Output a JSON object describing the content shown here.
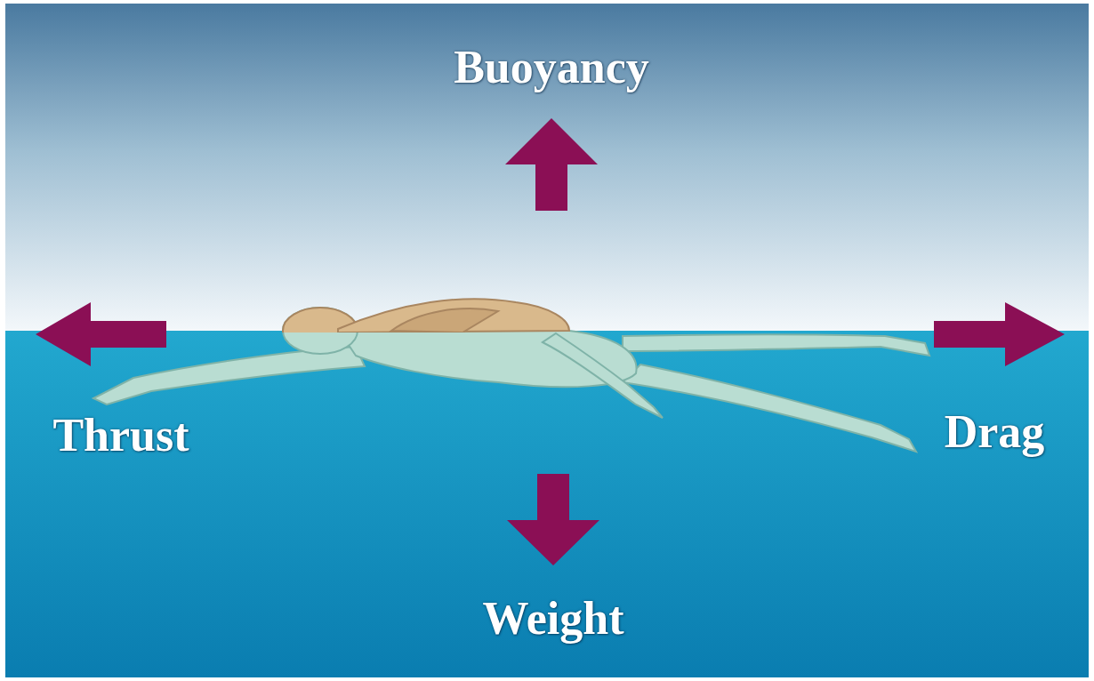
{
  "diagram": {
    "labels": [
      "Buoyancy",
      "Thrust",
      "Drag",
      "Weight"
    ]
  }
}
